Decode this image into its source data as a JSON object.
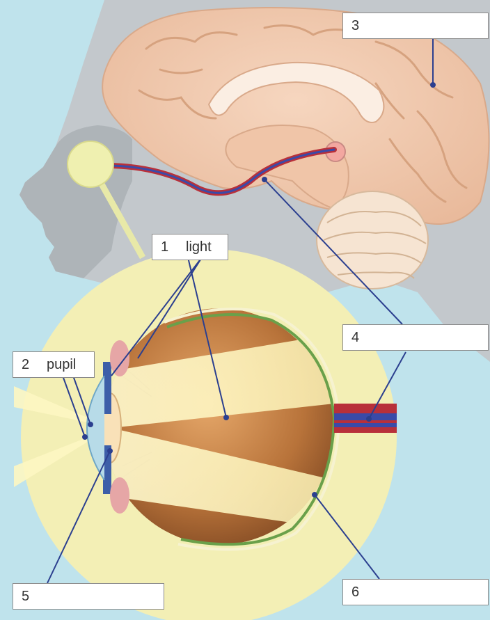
{
  "labels": [
    {
      "id": "1",
      "number": "1",
      "text": "light"
    },
    {
      "id": "2",
      "number": "2",
      "text": "pupil"
    },
    {
      "id": "3",
      "number": "3",
      "text": ""
    },
    {
      "id": "4",
      "number": "4",
      "text": ""
    },
    {
      "id": "5",
      "number": "5",
      "text": ""
    },
    {
      "id": "6",
      "number": "6",
      "text": ""
    }
  ],
  "colors": {
    "background": "#bfe3ec",
    "brain": "#f2cbb0",
    "head": "#c9cdd0",
    "circle": "#f4f0b4",
    "eyeball": "#c07a3c",
    "light_beam": "#fbf6c8",
    "optic_nerve_blue": "#3a4aa8",
    "optic_nerve_red": "#b8303a",
    "leader_line": "#2b3f8f"
  }
}
